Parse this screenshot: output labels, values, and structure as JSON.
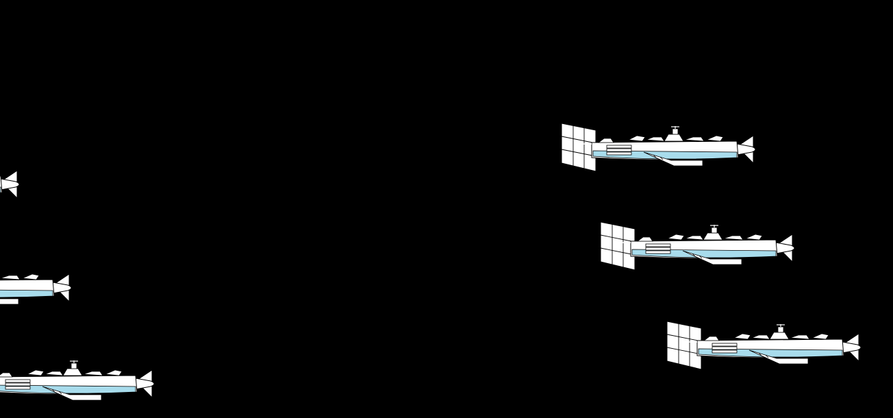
{
  "scene": {
    "background_color": "#000000",
    "sprite_name": "airship",
    "colors": {
      "hull_fill": "#ffffff",
      "hull_belly": "#a8dcec",
      "outline": "#000000",
      "sail_fill": "#ffffff"
    },
    "fleet": [
      {
        "id": "airship-1",
        "has_sail": true
      },
      {
        "id": "airship-2",
        "has_sail": true
      },
      {
        "id": "airship-3",
        "has_sail": true
      },
      {
        "id": "airship-4",
        "has_sail": false
      },
      {
        "id": "airship-5",
        "has_sail": false
      },
      {
        "id": "airship-6",
        "has_sail": false
      }
    ]
  }
}
